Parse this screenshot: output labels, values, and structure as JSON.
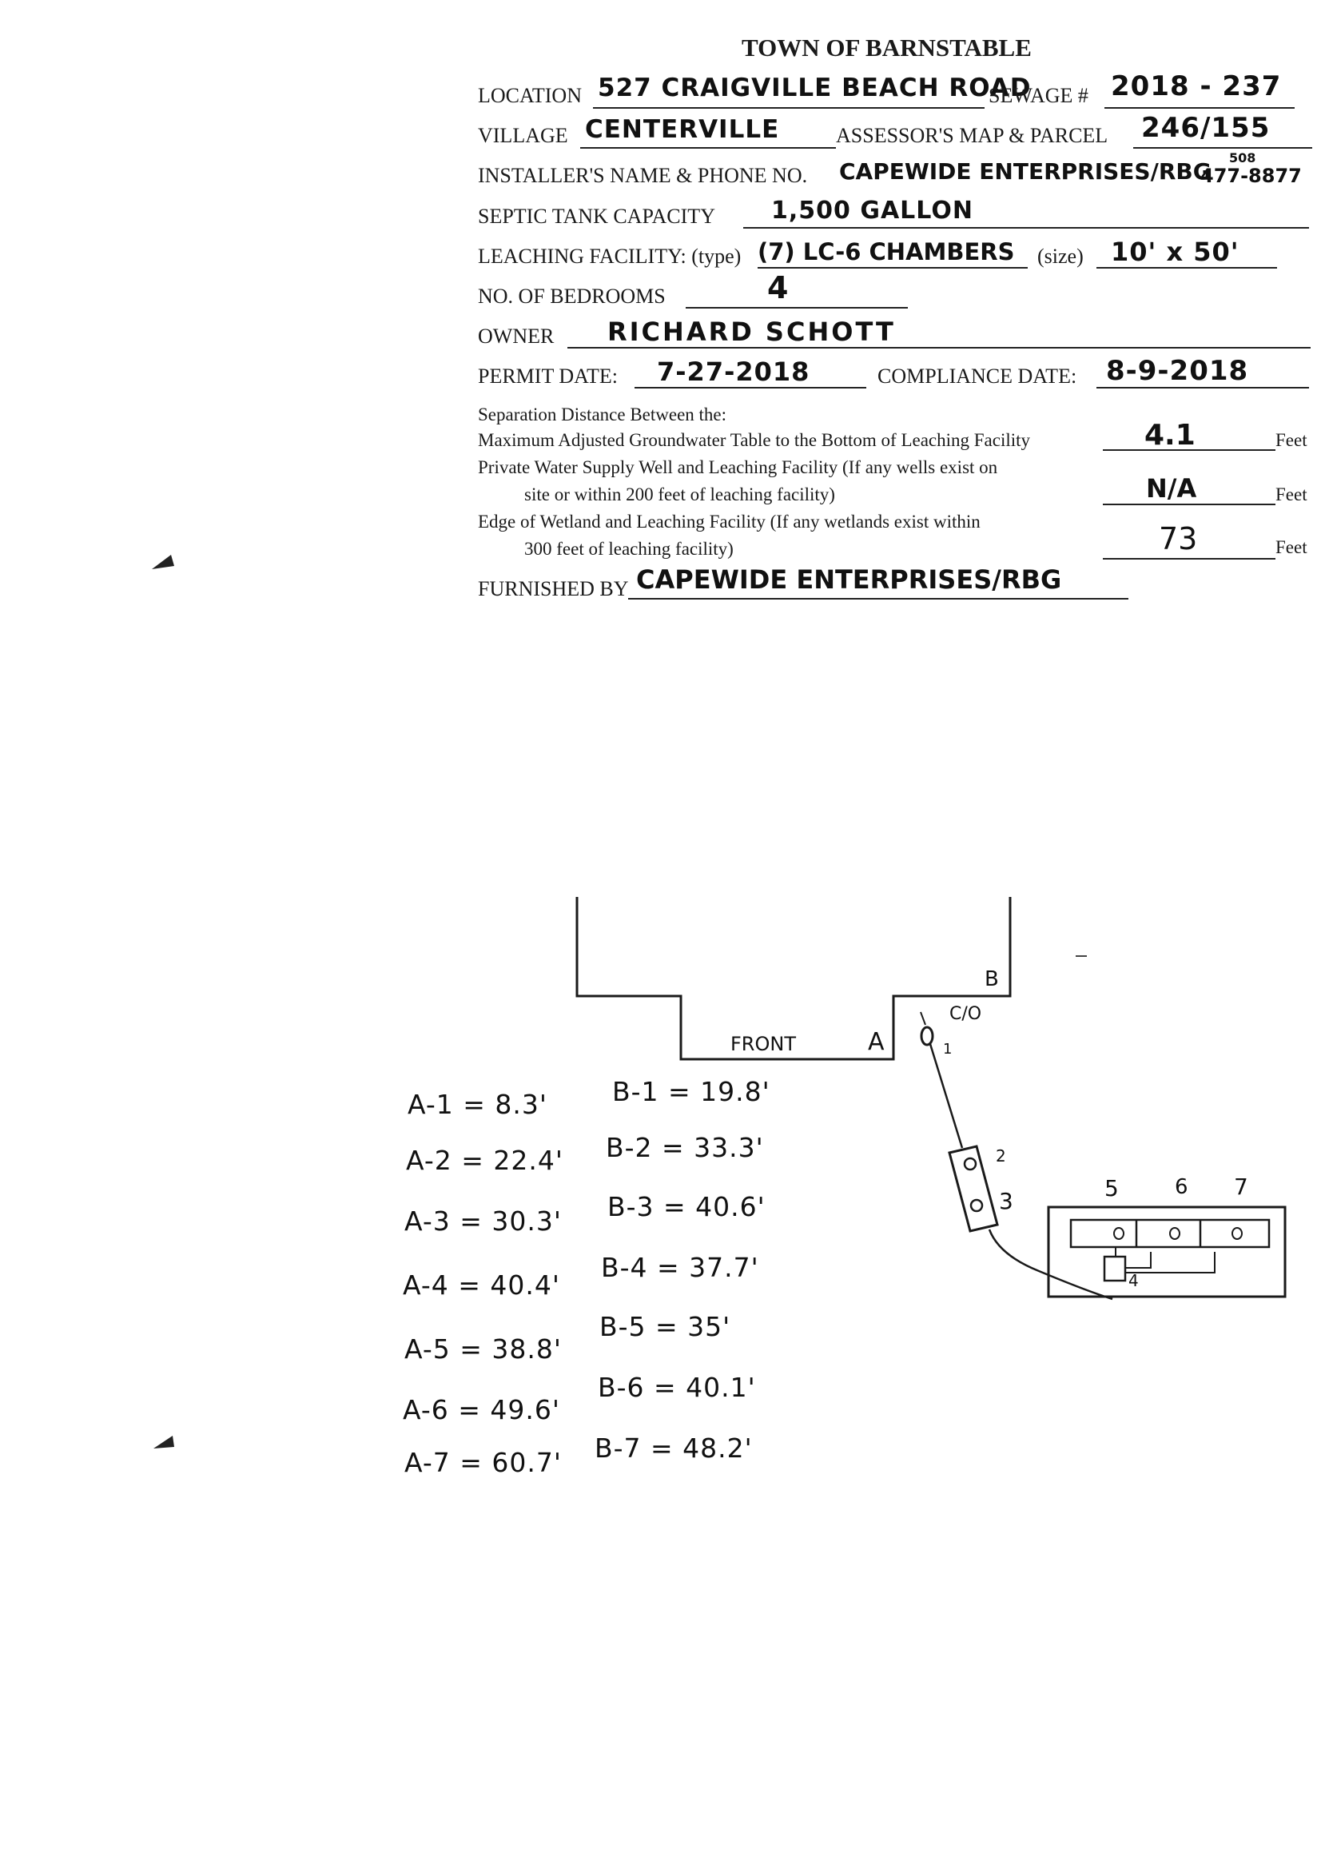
{
  "header": {
    "title": "TOWN OF BARNSTABLE"
  },
  "form": {
    "location_label": "LOCATION",
    "location_value": "527 CRAIGVILLE BEACH ROAD",
    "sewage_label": "SEWAGE #",
    "sewage_value": "2018 - 237",
    "village_label": "VILLAGE",
    "village_value": "CENTERVILLE",
    "map_parcel_label": "ASSESSOR'S MAP & PARCEL",
    "map_parcel_value": "246/155",
    "installer_label": "INSTALLER'S NAME & PHONE NO.",
    "installer_value": "CAPEWIDE ENTERPRISES/RBG",
    "installer_phone_prefix": "508",
    "installer_phone": "477-8877",
    "tank_label": "SEPTIC TANK CAPACITY",
    "tank_value": "1,500 GALLON",
    "leach_type_label": "LEACHING FACILITY: (type)",
    "leach_type_value": "(7) LC-6 CHAMBERS",
    "leach_size_label": "(size)",
    "leach_size_value": "10' x 50'",
    "bedrooms_label": "NO. OF BEDROOMS",
    "bedrooms_value": "4",
    "owner_label": "OWNER",
    "owner_value": "RICHARD SCHOTT",
    "permit_date_label": "PERMIT DATE:",
    "permit_date_value": "7-27-2018",
    "compliance_date_label": "COMPLIANCE DATE:",
    "compliance_date_value": "8-9-2018"
  },
  "separation": {
    "heading": "Separation Distance Between the:",
    "row1_text": "Maximum Adjusted Groundwater Table to the Bottom of Leaching Facility",
    "row1_value": "4.1",
    "row2_text_a": "Private Water Supply Well and Leaching Facility (If any wells exist on",
    "row2_text_b": "site or within 200 feet of leaching facility)",
    "row2_value": "N/A",
    "row3_text_a": "Edge of Wetland and Leaching Facility (If any wetlands exist within",
    "row3_text_b": "300 feet of leaching facility)",
    "row3_value": "73",
    "unit": "Feet"
  },
  "furnished": {
    "label": "FURNISHED BY",
    "value": "CAPEWIDE ENTERPRISES/RBG"
  },
  "sketch": {
    "front_label": "FRONT",
    "corner_a": "A",
    "corner_b": "B",
    "cleanout_label": "C/O",
    "point_1": "1",
    "point_2": "2",
    "point_3": "3",
    "point_4": "4",
    "point_5": "5",
    "point_6": "6",
    "point_7": "7"
  },
  "measurements": {
    "a": [
      "A-1 = 8.3'",
      "A-2 = 22.4'",
      "A-3 = 30.3'",
      "A-4 = 40.4'",
      "A-5 = 38.8'",
      "A-6 = 49.6'",
      "A-7 = 60.7'"
    ],
    "b": [
      "B-1 = 19.8'",
      "B-2 = 33.3'",
      "B-3 = 40.6'",
      "B-4 = 37.7'",
      "B-5 = 35'",
      "B-6 = 40.1'",
      "B-7 = 48.2'"
    ]
  }
}
